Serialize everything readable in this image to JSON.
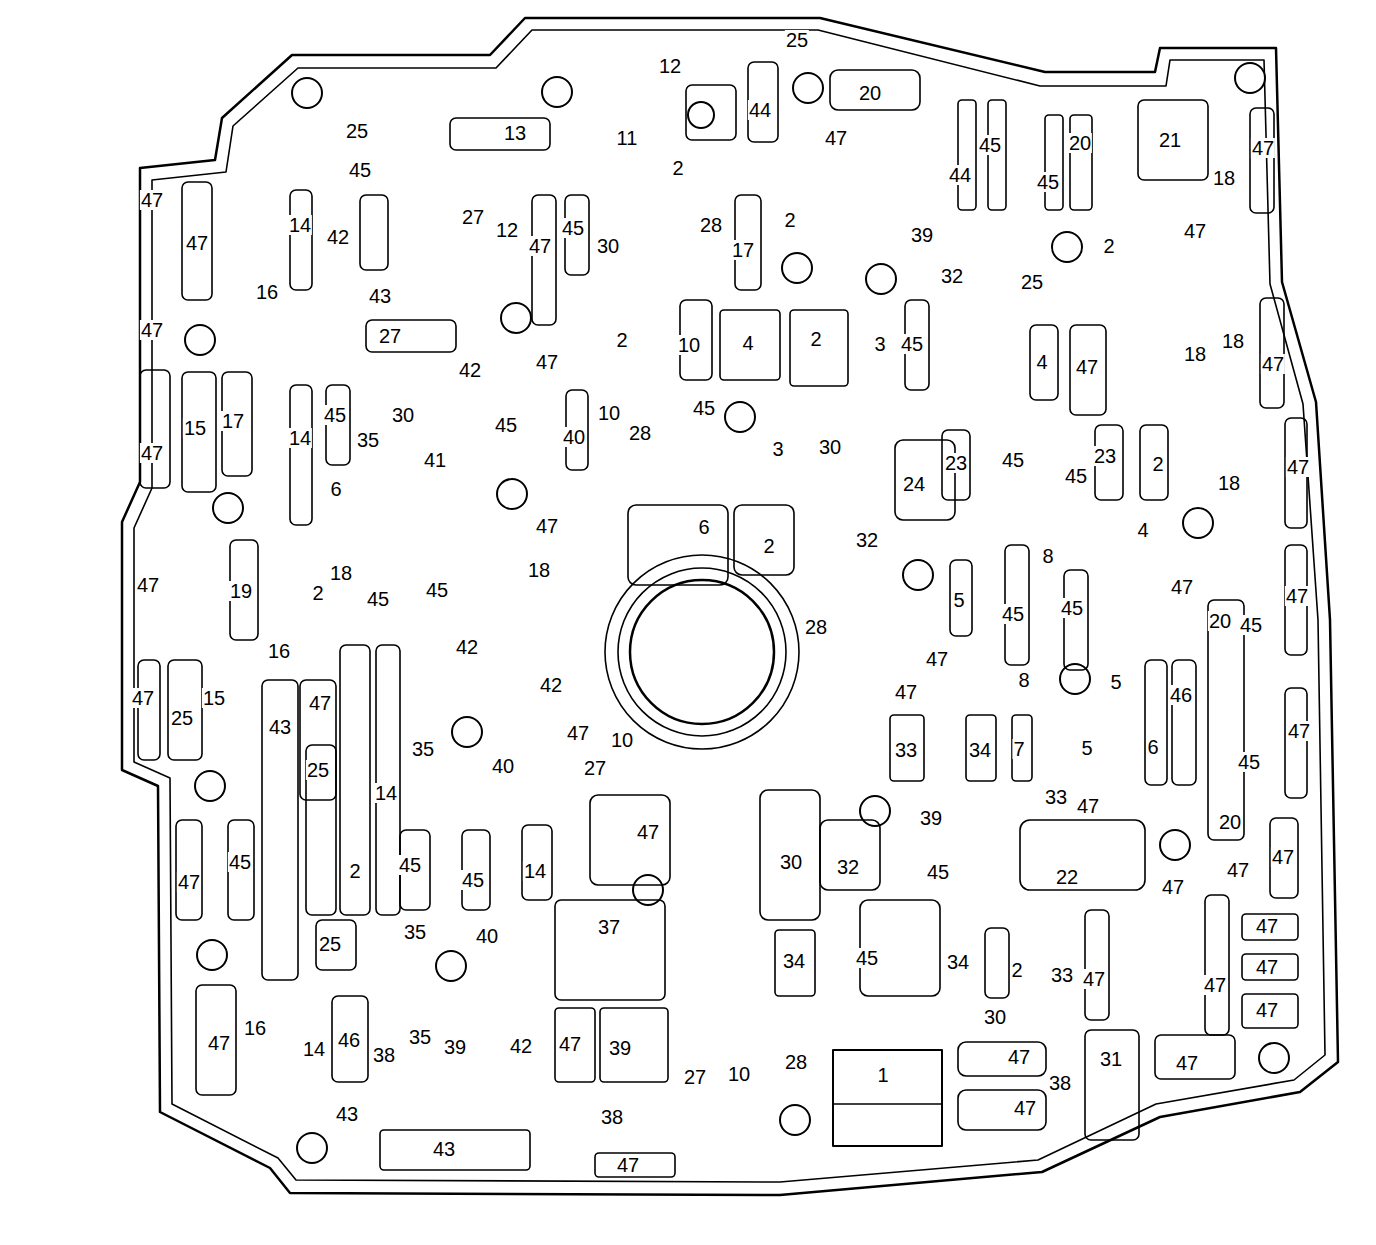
{
  "diagram": {
    "labels": [
      "25",
      "12",
      "20",
      "44",
      "13",
      "11",
      "47",
      "45",
      "20",
      "21",
      "47",
      "44",
      "45",
      "18",
      "25",
      "45",
      "47",
      "47",
      "14",
      "42",
      "27",
      "12",
      "45",
      "30",
      "47",
      "2",
      "28",
      "17",
      "2",
      "39",
      "2",
      "47",
      "16",
      "43",
      "27",
      "47",
      "32",
      "25",
      "2",
      "10",
      "4",
      "2",
      "3",
      "45",
      "4",
      "47",
      "18",
      "18",
      "47",
      "42",
      "15",
      "17",
      "47",
      "14",
      "45",
      "35",
      "30",
      "41",
      "45",
      "47",
      "40",
      "10",
      "28",
      "45",
      "3",
      "30",
      "24",
      "23",
      "45",
      "45",
      "23",
      "2",
      "47",
      "18",
      "6",
      "47",
      "6",
      "2",
      "32",
      "4",
      "8",
      "47",
      "19",
      "2",
      "18",
      "45",
      "45",
      "18",
      "45",
      "45",
      "5",
      "47",
      "20",
      "45",
      "47",
      "28",
      "16",
      "42",
      "42",
      "47",
      "47",
      "8",
      "5",
      "46",
      "47",
      "25",
      "15",
      "43",
      "47",
      "47",
      "10",
      "27",
      "40",
      "35",
      "25",
      "14",
      "33",
      "34",
      "7",
      "5",
      "6",
      "47",
      "45",
      "33",
      "47",
      "39",
      "20",
      "47",
      "30",
      "32",
      "45",
      "22",
      "47",
      "47",
      "47",
      "45",
      "2",
      "45",
      "45",
      "14",
      "47",
      "37",
      "35",
      "40",
      "25",
      "34",
      "45",
      "34",
      "2",
      "33",
      "47",
      "47",
      "47",
      "47",
      "47",
      "30",
      "47",
      "16",
      "14",
      "46",
      "38",
      "35",
      "39",
      "42",
      "47",
      "39",
      "27",
      "10",
      "28",
      "1",
      "47",
      "38",
      "31",
      "47",
      "47",
      "43",
      "38",
      "43",
      "47"
    ]
  }
}
